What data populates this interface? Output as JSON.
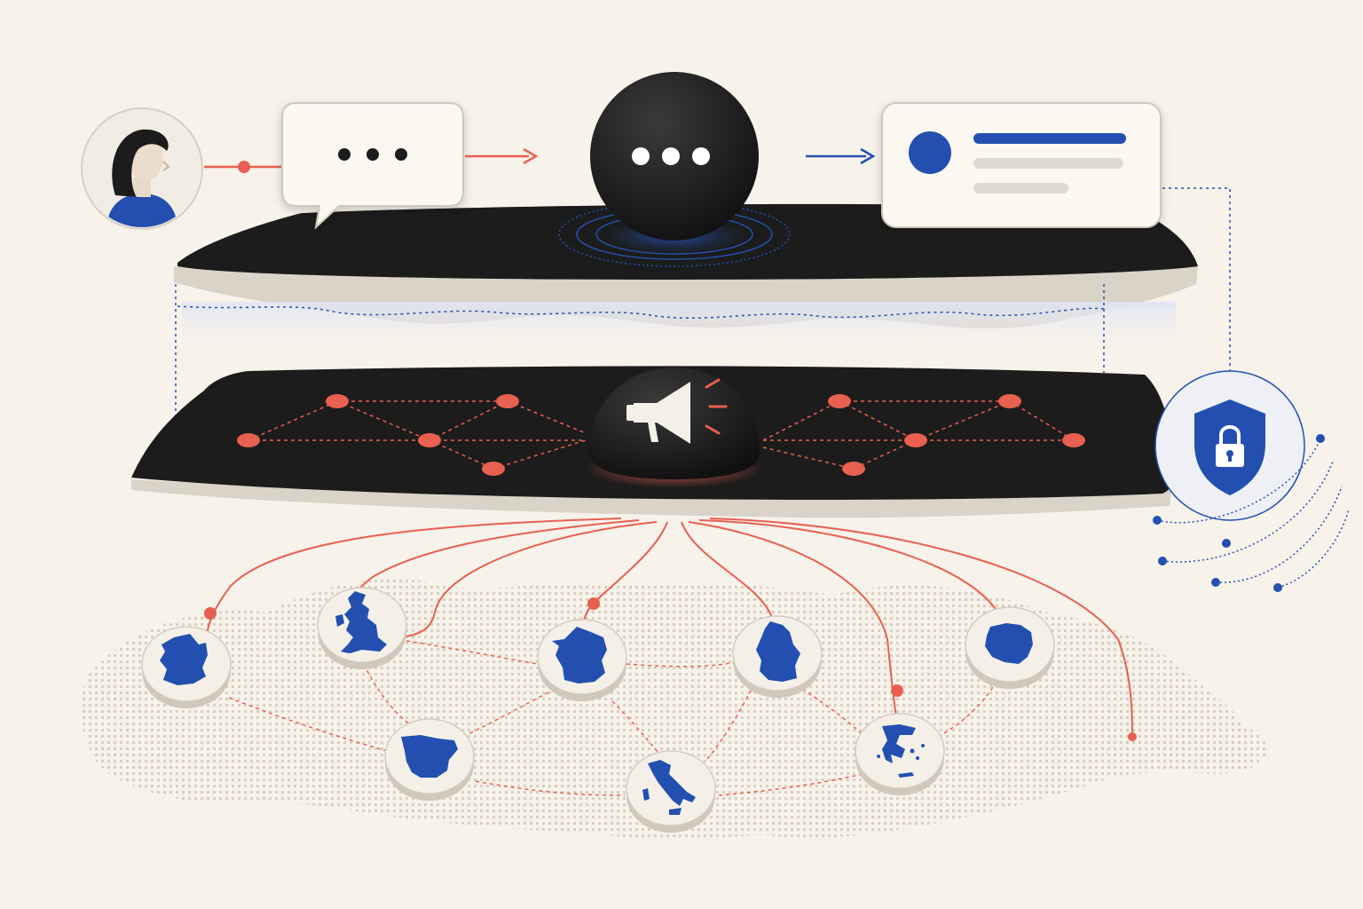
{
  "colors": {
    "background": "#f7f2ea",
    "platform": "#1c1c1c",
    "platform_rim": "#d9d3c8",
    "accent_red": "#e8604f",
    "accent_blue": "#2350b0",
    "card": "#fbf8f2",
    "card_line_muted": "#e0dbd0",
    "map_dots": "#d8cdbc",
    "disc": "#f4f0e8"
  },
  "layers": {
    "top": {
      "name": "conversation-layer",
      "icons": [
        "user-avatar-icon",
        "typing-speech-bubble-icon",
        "assistant-orb-icon",
        "response-card-icon"
      ]
    },
    "bottom": {
      "name": "broadcast-network-layer",
      "hub_icon": "megaphone-icon"
    }
  },
  "security": {
    "icon": "shield-lock-icon"
  },
  "countries": [
    {
      "id": "ireland",
      "icon": "ireland-map-icon"
    },
    {
      "id": "uk",
      "icon": "uk-map-icon"
    },
    {
      "id": "france",
      "icon": "france-map-icon"
    },
    {
      "id": "germany",
      "icon": "germany-map-icon"
    },
    {
      "id": "poland",
      "icon": "poland-map-icon"
    },
    {
      "id": "spain",
      "icon": "spain-map-icon"
    },
    {
      "id": "italy",
      "icon": "italy-map-icon"
    },
    {
      "id": "greece",
      "icon": "greece-map-icon"
    }
  ]
}
